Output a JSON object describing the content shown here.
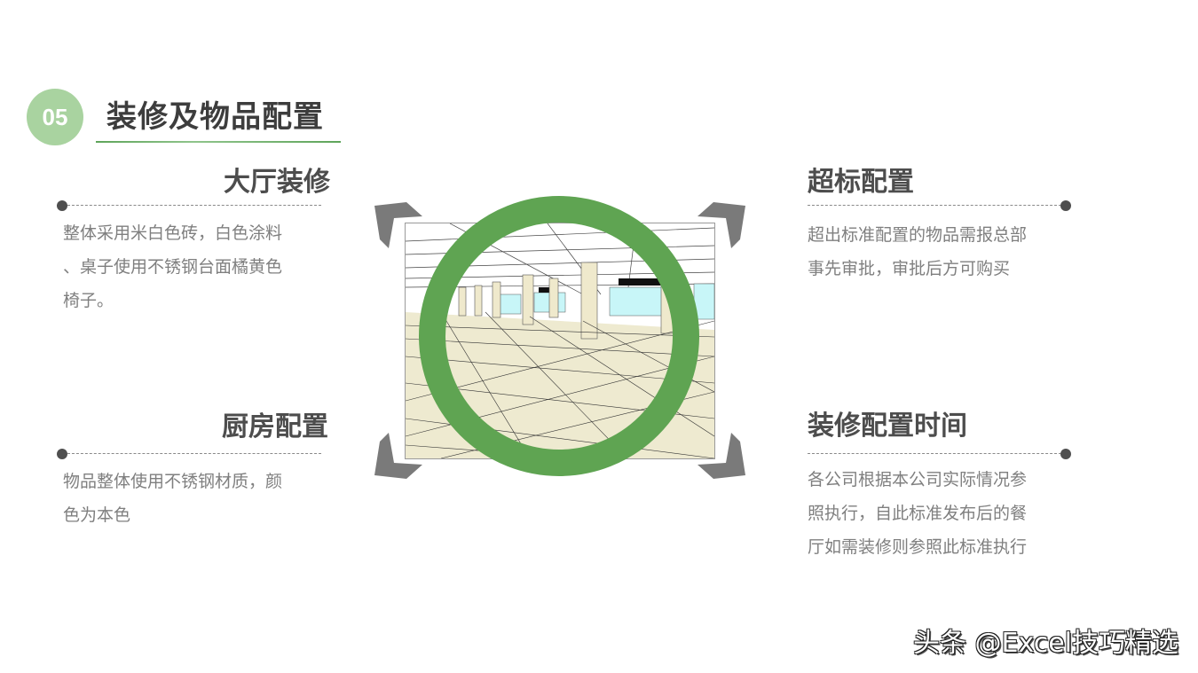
{
  "header": {
    "section_number": "05",
    "title": "装修及物品配置",
    "accent_color": "#5fa452",
    "badge_color": "#a9d3a0"
  },
  "sections": [
    {
      "id": "hall",
      "title": "大厅装修",
      "body_lines": [
        "整体采用米白色砖，白色涂料",
        "、桌子使用不锈钢台面橘黄色",
        "椅子。"
      ]
    },
    {
      "id": "kitchen",
      "title": "厨房配置",
      "body_lines": [
        "物品整体使用不锈钢材质，颜",
        "色为本色"
      ]
    },
    {
      "id": "over-standard",
      "title": "超标配置",
      "body_lines": [
        "超出标准配置的物品需报总部",
        "事先审批，审批后方可购买"
      ]
    },
    {
      "id": "timing",
      "title": "装修配置时间",
      "body_lines": [
        "各公司根据本公司实际情况参",
        "照执行，自此标准发布后的餐",
        "厅如需装修则参照此标准执行"
      ]
    }
  ],
  "center_image": {
    "description": "restaurant-hall-interior-illustration",
    "ring_color": "#5fa452",
    "corner_arrow_color": "#7a7a7a"
  },
  "watermark": "头条 @Excel技巧精选"
}
